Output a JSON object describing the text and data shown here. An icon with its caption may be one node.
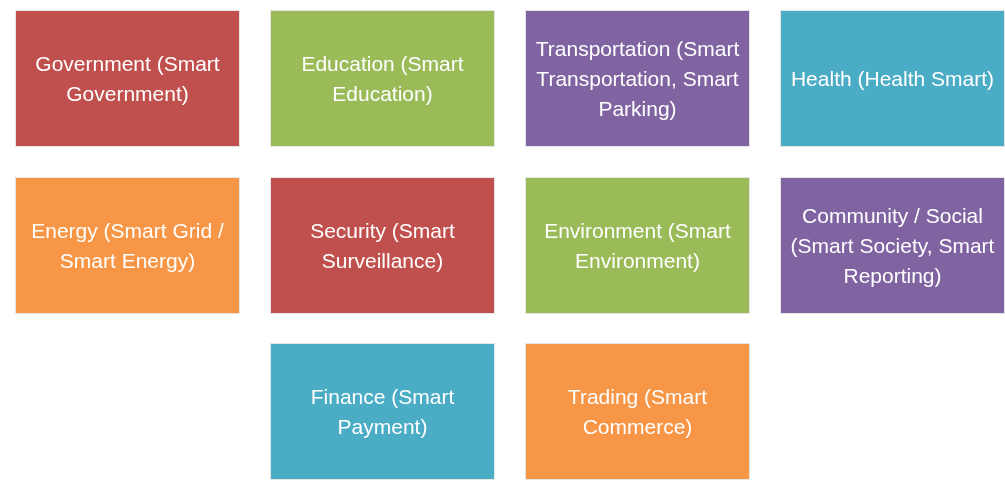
{
  "diagram": {
    "nodes": [
      {
        "text": [
          "Government (Smart Government)"
        ]
      },
      {
        "text": [
          "Education (Smart Education)"
        ]
      },
      {
        "text": [
          "Transportation (Smart Transportation, Smart Parking)"
        ]
      },
      {
        "text": [
          "Health (Health Smart)"
        ]
      },
      {
        "text": [
          "Energy (Smart Grid / Smart Energy)"
        ]
      },
      {
        "text": [
          "Security (Smart Surveillance)"
        ]
      },
      {
        "text": [
          "Environment (Smart Environment)"
        ]
      },
      {
        "text": [
          "Community / Social (Smart Society, Smart Reporting)"
        ]
      },
      {
        "text": [
          "Finance (Smart Payment)"
        ]
      },
      {
        "text": [
          "Trading (Smart Commerce)"
        ]
      }
    ]
  }
}
